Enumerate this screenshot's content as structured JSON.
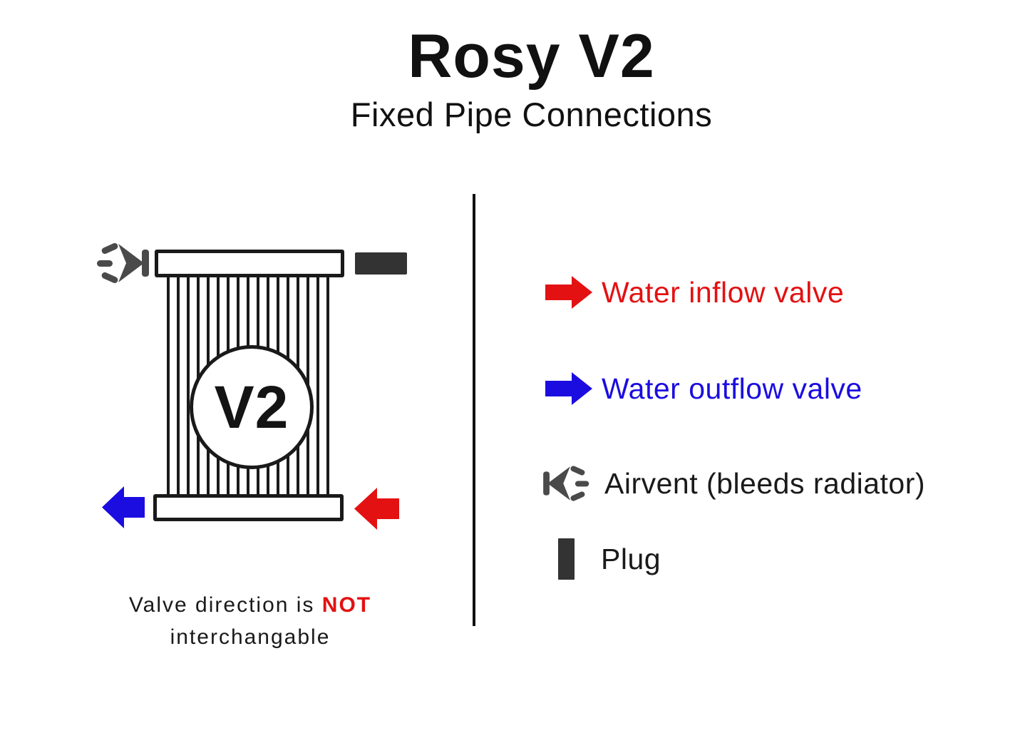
{
  "header": {
    "title": "Rosy V2",
    "subtitle": "Fixed Pipe Connections"
  },
  "diagram": {
    "unit_label": "V2",
    "caption": {
      "prefix": "Valve direction is ",
      "highlight": "NOT",
      "line2": "interchangable"
    },
    "markers": {
      "inflow_arrow": "red-arrow-left",
      "outflow_arrow": "blue-arrow-left",
      "airvent": "airvent-spray-right",
      "plug": "plug-block"
    }
  },
  "legend": {
    "items": [
      {
        "icon": "red-arrow-right-icon",
        "label": "Water inflow valve",
        "color": "#e31112"
      },
      {
        "icon": "blue-arrow-right-icon",
        "label": "Water outflow valve",
        "color": "#1b0de0"
      },
      {
        "icon": "airvent-icon",
        "label": "Airvent (bleeds radiator)",
        "color": "#1a1a1a"
      },
      {
        "icon": "plug-icon",
        "label": "Plug",
        "color": "#1a1a1a"
      }
    ]
  },
  "colors": {
    "inflow_red": "#e31112",
    "outflow_blue": "#1b0de0",
    "plug_dark": "#333333",
    "airvent_gray": "#4a4a4a",
    "line_black": "#1a1a1a"
  }
}
